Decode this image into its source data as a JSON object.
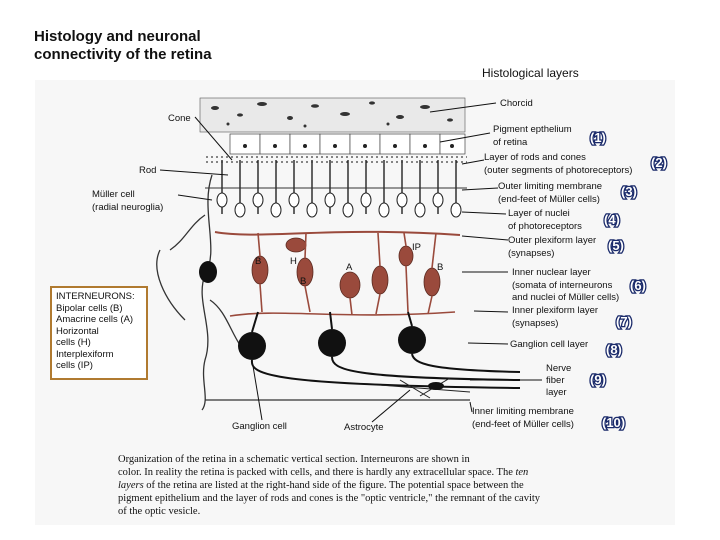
{
  "title": {
    "line1": "Histology and neuronal",
    "line2": "connectivity of the retina"
  },
  "layers_heading": "Histological layers",
  "layers": [
    {
      "text": "Chorcid"
    },
    {
      "text": "Pigment epthelium",
      "text2": "of retina",
      "num": "(1)"
    },
    {
      "text": "Layer of rods and cones",
      "text2": "(outer segments of photoreceptors)",
      "num": "(2)"
    },
    {
      "text": "Outer limiting membrane",
      "text2": "(end-feet of Müller cells)",
      "num": "(3)"
    },
    {
      "text": "Layer of nuclei",
      "text2": "of photoreceptors",
      "num": "(4)"
    },
    {
      "text": "Outer plexiform layer",
      "text2": "(synapses)",
      "num": "(5)"
    },
    {
      "text": "Inner nuclear layer",
      "text2": "(somata of interneurons",
      "text3": "and nuclei of Müller cells)",
      "num": "(6)"
    },
    {
      "text": "Inner plexiform layer",
      "text2": "(synapses)",
      "num": "(7)"
    },
    {
      "text": "Ganglion cell layer",
      "num": "(8)"
    },
    {
      "text": "Nerve",
      "text2": "fiber",
      "text3": "layer",
      "num": "(9)"
    },
    {
      "text": "Inner limiting membrane",
      "text2": "(end-feet of Müller cells)",
      "num": "(10)"
    }
  ],
  "left_labels": {
    "cone": "Cone",
    "rod": "Rod",
    "muller_1": "Müller cell",
    "muller_2": "(radial neuroglia)",
    "ganglion_cell": "Ganglion cell",
    "astrocyte": "Astrocyte"
  },
  "cell_letters": {
    "b1": "B",
    "h": "H",
    "b2": "B",
    "a": "A",
    "ip": "IP",
    "b3": "B"
  },
  "interneurons": {
    "heading": "INTERNEURONS:",
    "items": [
      "Bipolar cells (B)",
      "Amacrine cells (A)",
      "Horizontal",
      "cells (H)",
      "Interplexiform",
      "cells (IP)"
    ]
  },
  "caption": {
    "line1": "Organization of the retina in a schematic vertical section. Interneurons are shown in",
    "line2": "color. In reality the retina is packed with cells, and there is hardly any extracellular space. The",
    "line2_italic": "ten",
    "line3_italic": "layers",
    "line3": "of the retina are listed at the right-hand side of the figure. The potential space between the",
    "line4": "pigment epithelium and the layer of rods and cones is the \"optic ventricle,\" the remnant of the cavity",
    "line5": "of the optic vesicle."
  },
  "colors": {
    "neuron": "#9a4a3c",
    "box_border": "#b07a30",
    "number_outline": "#1a2a6a"
  }
}
